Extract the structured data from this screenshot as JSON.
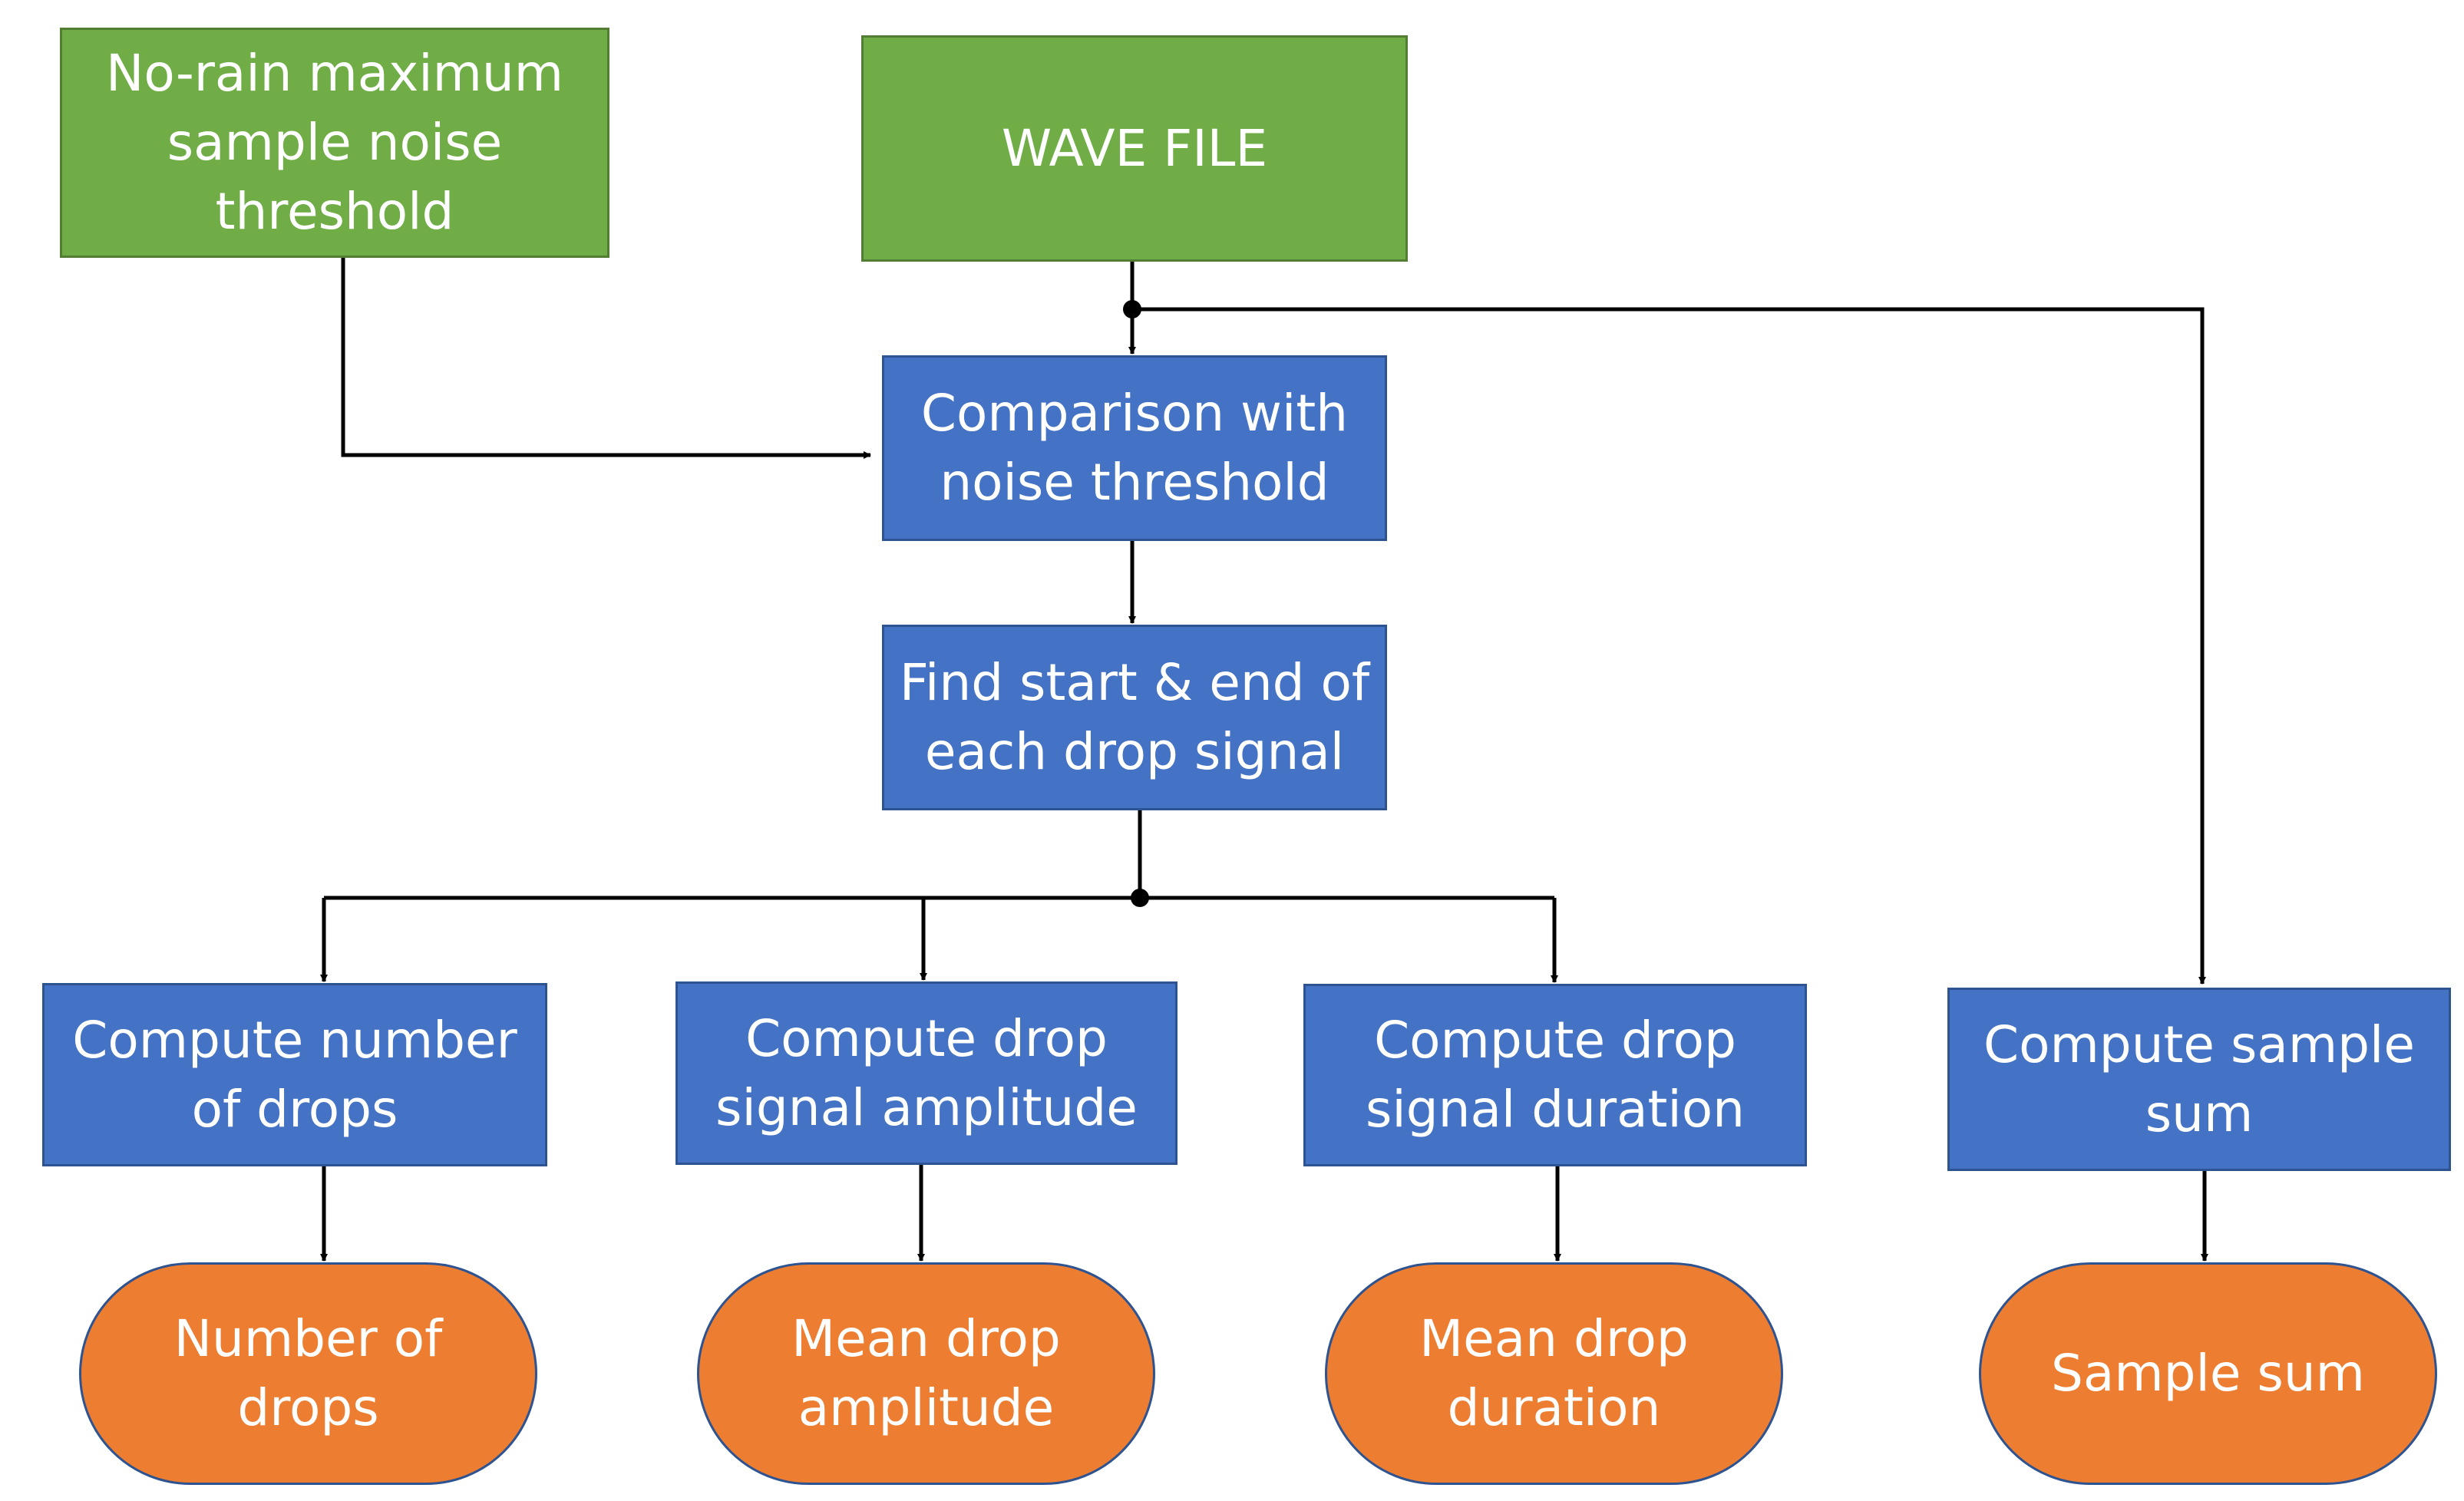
{
  "colors": {
    "input": "#70ad47",
    "process": "#4472c4",
    "output": "#ed7d31",
    "line": "#000000"
  },
  "nodes": {
    "noise_threshold": "No-rain maximum\nsample noise\nthreshold",
    "wave_file": "WAVE FILE",
    "comparison": "Comparison with\nnoise threshold",
    "find_start_end": "Find start & end of\neach drop signal",
    "compute_number": "Compute number\nof drops",
    "compute_amplitude": "Compute drop\nsignal amplitude",
    "compute_duration": "Compute drop\nsignal duration",
    "compute_sample_sum": "Compute sample\nsum",
    "out_number": "Number of\ndrops",
    "out_amplitude": "Mean drop\namplitude",
    "out_duration": "Mean drop\nduration",
    "out_sample_sum": "Sample sum"
  }
}
